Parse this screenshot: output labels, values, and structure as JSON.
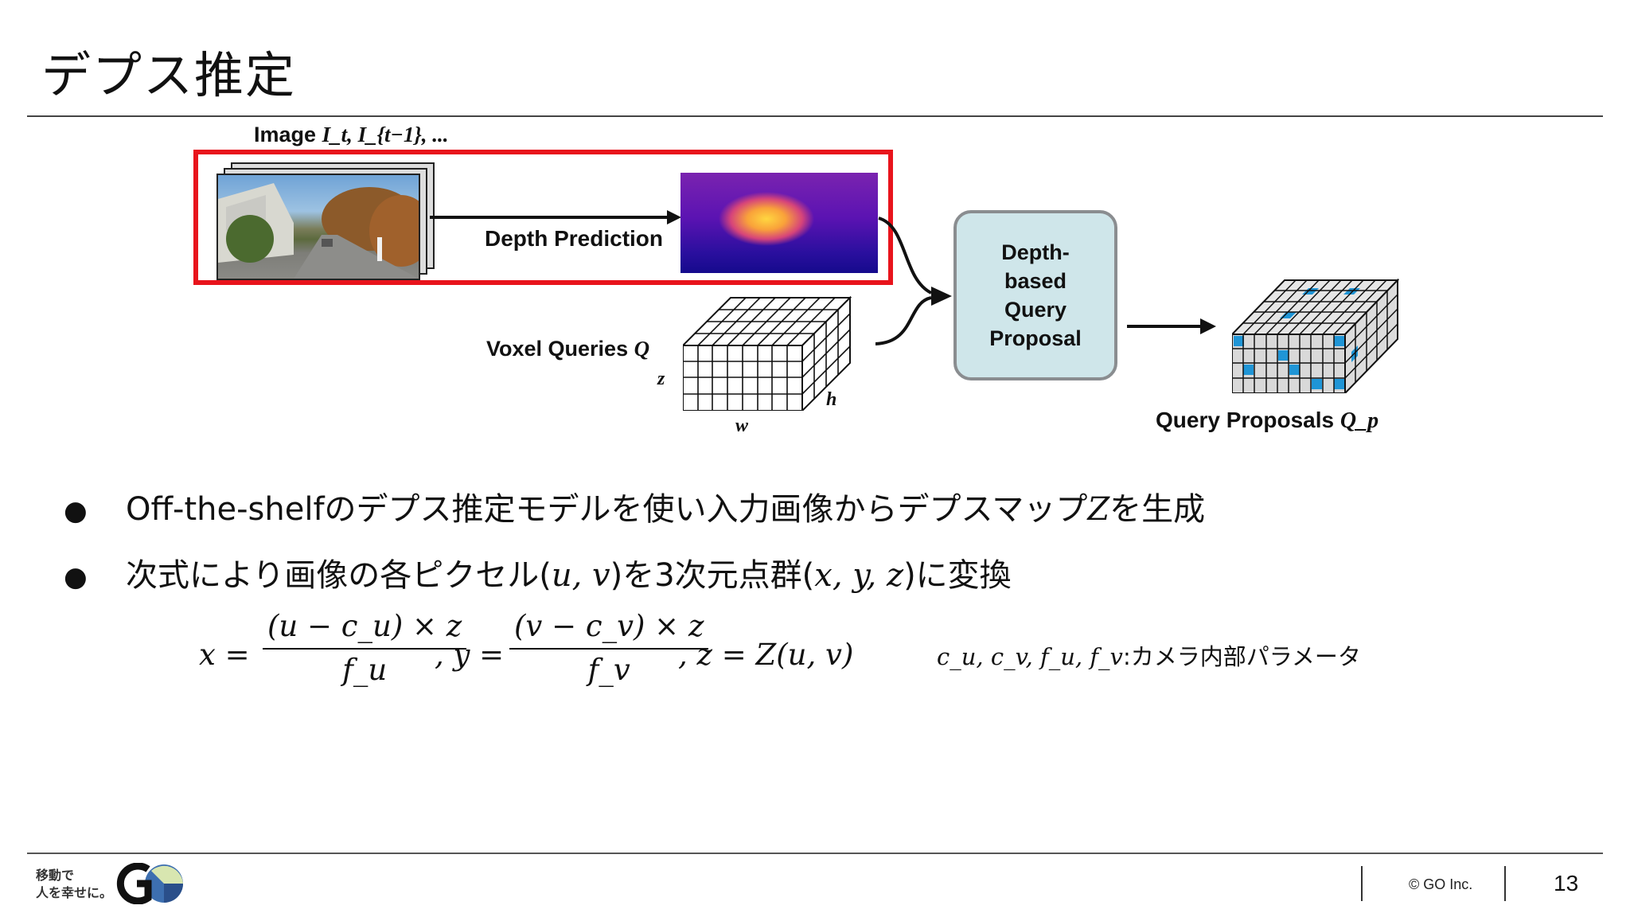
{
  "slide": {
    "title": "デプス推定",
    "page_number": "13",
    "copyright": "© GO Inc.",
    "tagline_line1": "移動で",
    "tagline_line2": "人を幸せに。"
  },
  "figure": {
    "image_label": "Image",
    "image_label_math": "I_t, I_{t−1}, ...",
    "depth_prediction_label": "Depth Prediction",
    "voxel_label": "Voxel Queries",
    "voxel_label_math": "Q",
    "axis_z": "z",
    "axis_h": "h",
    "axis_w": "w",
    "proposal_line1": "Depth-",
    "proposal_line2": "based",
    "proposal_line3": "Query",
    "proposal_line4": "Proposal",
    "output_label": "Query Proposals",
    "output_label_math": "Q_p",
    "highlight_color": "#e8141c",
    "proposal_box_color": "#cfe6ea",
    "highlight_cell_color": "#1f95d6"
  },
  "bullets": [
    {
      "prefix": "Off-the-shelfのデプス推定モデルを使い入力画像からデプスマップ",
      "math": "Z",
      "suffix": "を生成"
    },
    {
      "prefix": "次式により画像の各ピクセル(",
      "math": "u, v",
      "middle": ")を3次元点群(",
      "math2": "x, y, z",
      "suffix": ")に変換"
    }
  ],
  "formula": {
    "x_eq": "x =",
    "x_num": "(u − c_u) × z",
    "x_den": "f_u",
    "y_eq": ", y =",
    "y_num": "(v − c_v) × z",
    "y_den": "f_v",
    "z_eq": ", z = Z(u, v)",
    "note_math": "c_u, c_v, f_u, f_v",
    "note_text": ":カメラ内部パラメータ"
  }
}
